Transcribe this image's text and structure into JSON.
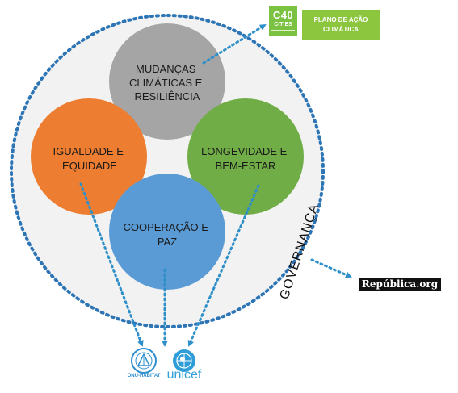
{
  "circles": {
    "mudancas": {
      "lines": [
        "MUDANÇAS",
        "CLIMÁTICAS E",
        "RESILIÊNCIA"
      ],
      "color": "#a5a5a5"
    },
    "igualdade": {
      "lines": [
        "IGUALDADE E",
        "EQUIDADE"
      ],
      "color": "#ed7d31"
    },
    "longevidade": {
      "lines": [
        "LONGEVIDADE E",
        "BEM-ESTAR"
      ],
      "color": "#70ad47"
    },
    "cooperacao": {
      "lines": [
        "COOPERAÇÃO E",
        "PAZ"
      ],
      "color": "#5b9bd5"
    }
  },
  "outer_circle": {
    "fill": "#f2f2f2",
    "border_color": "#2e75b6"
  },
  "governanca": "GOVERNANÇA",
  "arrow_color": "#2e8fc9",
  "logos": {
    "c40": {
      "main": "C40",
      "sub": "CITIES",
      "color": "#7cc242"
    },
    "plano": {
      "lines": [
        "PLANO DE AÇÃO",
        "CLIMÁTICA"
      ],
      "color": "#8cc63f"
    },
    "republica": {
      "text": "República.org"
    },
    "onu": {
      "text": "ONU-HABITAT"
    },
    "unicef": {
      "text": "unicef"
    }
  }
}
